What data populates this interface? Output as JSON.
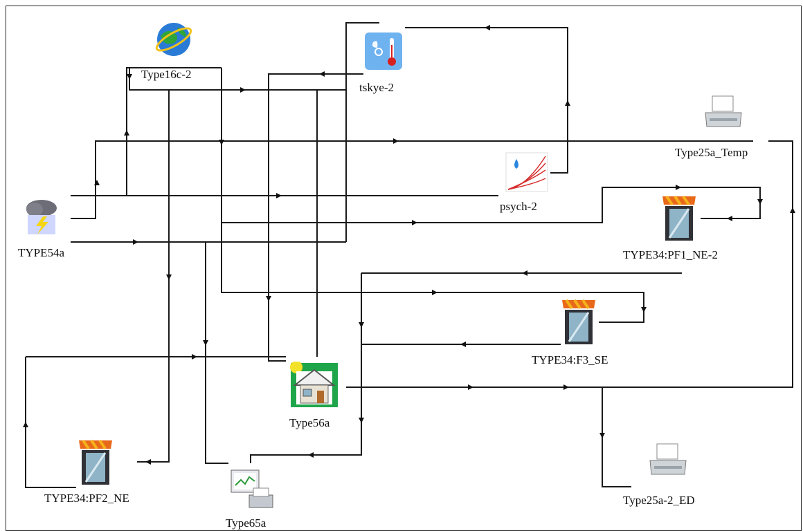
{
  "diagram": {
    "components": [
      {
        "id": "type16c",
        "label": "Type16c-2",
        "icon": "globe-icon"
      },
      {
        "id": "tskye",
        "label": "tskye-2",
        "icon": "sky-temperature-icon"
      },
      {
        "id": "type25a_temp",
        "label": "Type25a_Temp",
        "icon": "printer-icon"
      },
      {
        "id": "psych",
        "label": "psych-2",
        "icon": "psychrometric-chart-icon"
      },
      {
        "id": "type54a",
        "label": "TYPE54a",
        "icon": "weather-storm-icon"
      },
      {
        "id": "pf1",
        "label": "TYPE34:PF1_NE-2",
        "icon": "window-awning-icon"
      },
      {
        "id": "f3",
        "label": "TYPE34:F3_SE",
        "icon": "window-awning-icon"
      },
      {
        "id": "type56a",
        "label": "Type56a",
        "icon": "building-house-icon"
      },
      {
        "id": "pf2",
        "label": "TYPE34:PF2_NE",
        "icon": "window-awning-icon"
      },
      {
        "id": "type65a",
        "label": "Type65a",
        "icon": "online-plotter-icon"
      },
      {
        "id": "type25a2",
        "label": "Type25a-2_ED",
        "icon": "printer-icon"
      }
    ]
  }
}
